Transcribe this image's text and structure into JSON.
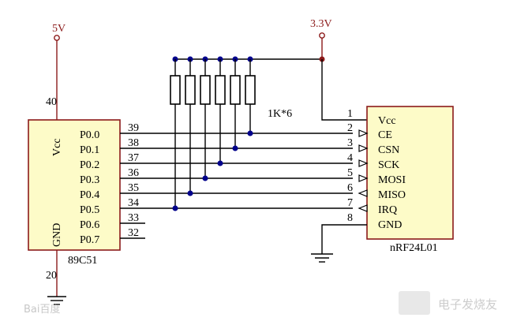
{
  "power": {
    "mcu_supply": "5V",
    "rf_supply": "3.3V"
  },
  "mcu": {
    "name": "89C51",
    "vcc_label": "Vcc",
    "gnd_label": "GND",
    "vcc_pin": "40",
    "gnd_pin": "20",
    "pins": [
      {
        "label": "P0.0",
        "number": "39"
      },
      {
        "label": "P0.1",
        "number": "38"
      },
      {
        "label": "P0.2",
        "number": "37"
      },
      {
        "label": "P0.3",
        "number": "36"
      },
      {
        "label": "P0.4",
        "number": "35"
      },
      {
        "label": "P0.5",
        "number": "34"
      },
      {
        "label": "P0.6",
        "number": "33"
      },
      {
        "label": "P0.7",
        "number": "32"
      }
    ]
  },
  "resistors": {
    "label": "1K*6"
  },
  "rf": {
    "name": "nRF24L01",
    "pins": [
      {
        "number": "1",
        "label": "Vcc"
      },
      {
        "number": "2",
        "label": "CE"
      },
      {
        "number": "3",
        "label": "CSN"
      },
      {
        "number": "4",
        "label": "SCK"
      },
      {
        "number": "5",
        "label": "MOSI"
      },
      {
        "number": "6",
        "label": "MISO"
      },
      {
        "number": "7",
        "label": "IRQ"
      },
      {
        "number": "8",
        "label": "GND"
      }
    ]
  },
  "watermarks": {
    "left": "Bai百度",
    "right": "电子发烧友"
  }
}
